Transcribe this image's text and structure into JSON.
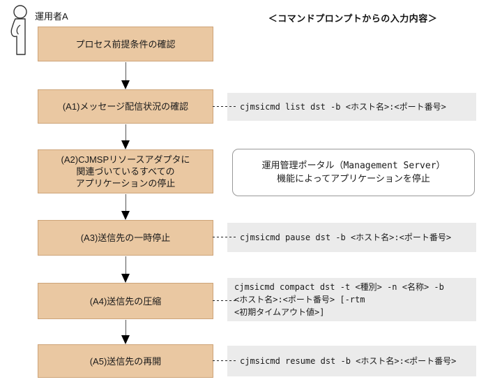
{
  "actor": {
    "label": "運用者A"
  },
  "header": {
    "label": "＜コマンドプロンプトからの入力内容＞"
  },
  "colors": {
    "box_fill": "#eac8a2",
    "box_border": "#cda378",
    "panel_fill": "#ebebeb",
    "note_border": "#999999"
  },
  "flow": {
    "steps": [
      {
        "label": "プロセス前提条件の確認"
      },
      {
        "label": "(A1)メッセージ配信状況の確認"
      },
      {
        "lines": [
          "(A2)CJMSPリソースアダプタに",
          "関連づいているすべての",
          "アプリケーションの停止"
        ]
      },
      {
        "label": "(A3)送信先の一時停止"
      },
      {
        "label": "(A4)送信先の圧縮"
      },
      {
        "label": "(A5)送信先の再開"
      }
    ]
  },
  "annotations": {
    "a1_command": "cjmsicmd list dst -b <ホスト名>:<ポート番号>",
    "a2_note_lines": [
      "運用管理ポータル（Management Server）",
      "機能によってアプリケーションを停止"
    ],
    "a3_command": "cjmsicmd pause dst -b <ホスト名>:<ポート番号>",
    "a4_command_lines": [
      "cjmsicmd compact dst -t <種別> -n <名称> -b",
      "<ホスト名>:<ポート番号> [-rtm",
      "<初期タイムアウト値>]"
    ],
    "a5_command": "cjmsicmd resume dst -b <ホスト名>:<ポート番号>"
  }
}
